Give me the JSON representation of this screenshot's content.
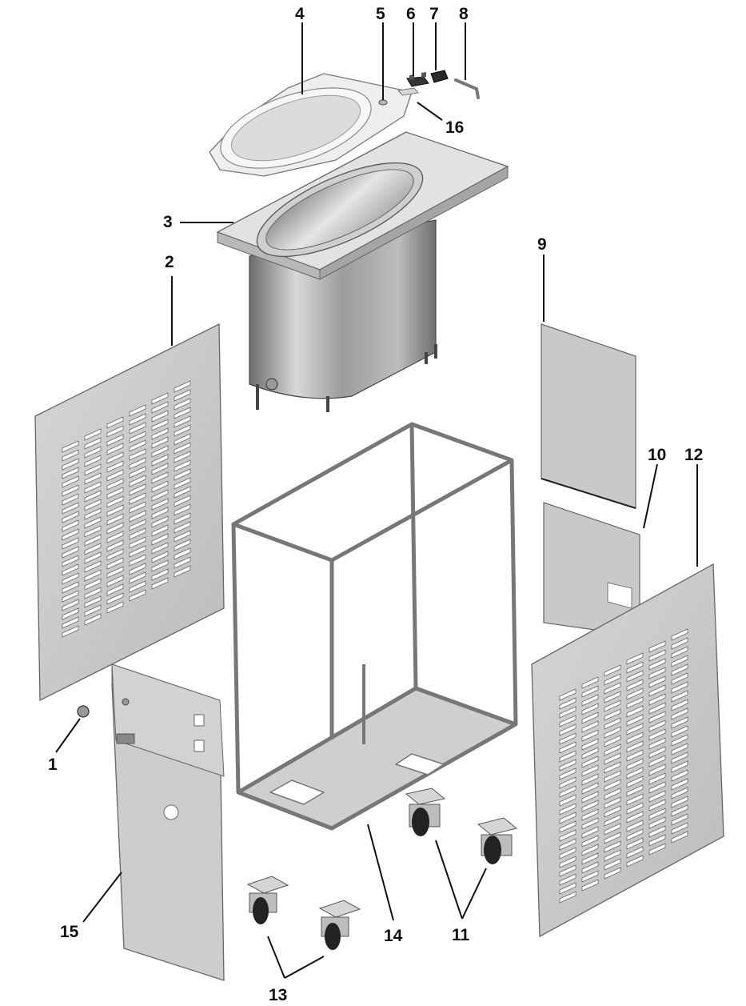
{
  "colors": {
    "panel": "#cfcfcf",
    "panel_dark": "#a9a9a9",
    "panel_edge": "#6a6a6a",
    "frame": "#9a9a9a",
    "tank_steel": "#8d8d8d",
    "top_light": "#e4e4e4",
    "label": "#111111"
  },
  "callouts": [
    {
      "id": "1",
      "text": "1"
    },
    {
      "id": "2",
      "text": "2"
    },
    {
      "id": "3",
      "text": "3"
    },
    {
      "id": "4",
      "text": "4"
    },
    {
      "id": "5",
      "text": "5"
    },
    {
      "id": "6",
      "text": "6"
    },
    {
      "id": "7",
      "text": "7"
    },
    {
      "id": "8",
      "text": "8"
    },
    {
      "id": "9",
      "text": "9"
    },
    {
      "id": "10",
      "text": "10"
    },
    {
      "id": "11",
      "text": "11"
    },
    {
      "id": "12",
      "text": "12"
    },
    {
      "id": "13",
      "text": "13"
    },
    {
      "id": "14",
      "text": "14"
    },
    {
      "id": "15",
      "text": "15"
    },
    {
      "id": "16",
      "text": "16"
    }
  ]
}
